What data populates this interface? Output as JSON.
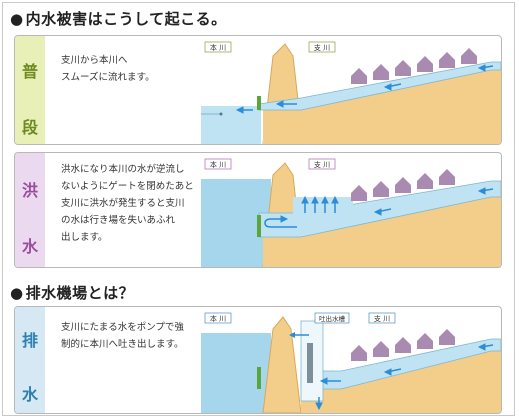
{
  "sections": {
    "section1_title": "内水被害はこうして起こる。",
    "section2_title": "排水機場とは？"
  },
  "panels": [
    {
      "char1": "普",
      "char2": "段",
      "desc": "支川から本川へ\nスムーズに流れます。",
      "main_river": "本 川",
      "branch_river": "支 川"
    },
    {
      "char1": "洪",
      "char2": "水",
      "desc": "洪水になり本川の水が逆流し\nないようにゲートを閉めたあと\n支川に洪水が発生すると支川\nの水は行き場を失いあふれ\n出します。",
      "main_river": "本 川",
      "branch_river": "支 川"
    },
    {
      "char1": "排",
      "char2": "水",
      "desc": "支川にたまる水をポンプで強\n制的に本川へ吐き出します。",
      "main_river": "本 川",
      "branch_river": "支 川",
      "outlet_tank": "吐出水槽"
    }
  ],
  "colors": {
    "side_normal": "#e8f0b8",
    "char_normal": "#6e8a1f",
    "side_flood": "#ead9ef",
    "char_flood": "#9b4d9c",
    "side_drain": "#d5e8f3",
    "char_drain": "#2c7fb0",
    "water": "#bfe3f2",
    "water_deep": "#a6d6ec",
    "earth": "#f3cd8a",
    "earth_dark": "#e6ba70",
    "house": "#a98ab0",
    "arrow": "#2b8dd8",
    "gate": "#5aa63a"
  },
  "icons": [
    "house-icon",
    "flow-arrow-icon",
    "gate-icon",
    "pump-icon"
  ]
}
